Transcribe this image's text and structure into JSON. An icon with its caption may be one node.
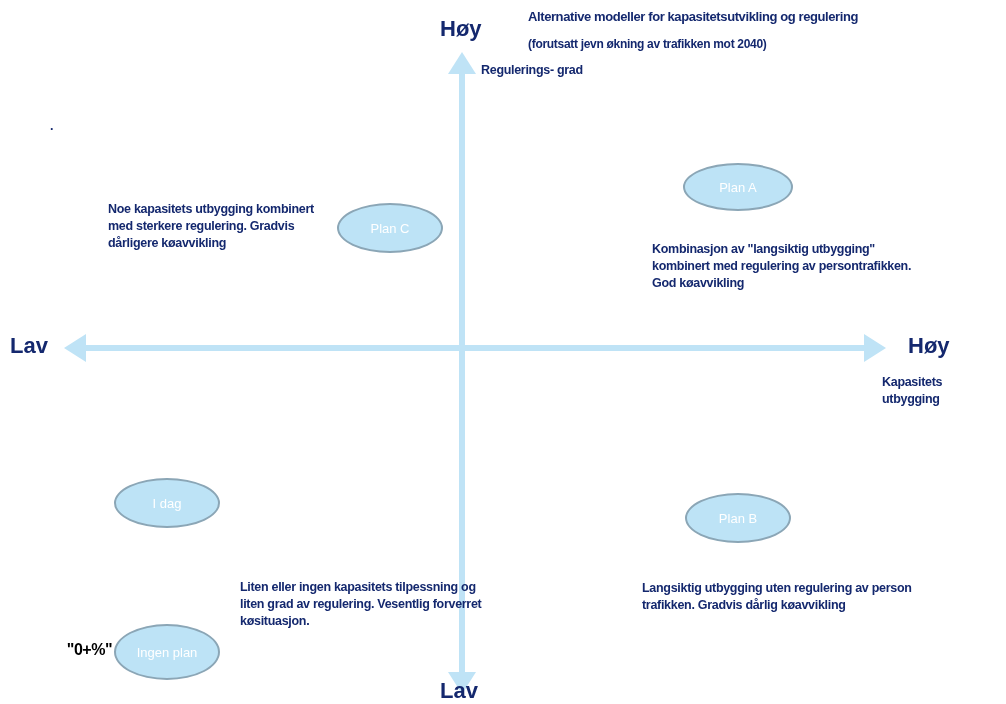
{
  "diagram": {
    "title": "Alternative modeller for kapasitetsutvikling og regulering",
    "nodes": [
      {
        "text": [
          "Plan A"
        ]
      },
      {
        "text": [
          "Plan C"
        ]
      },
      {
        "text": [
          "I dag"
        ]
      },
      {
        "text": [
          "Plan B"
        ]
      },
      {
        "text": [
          "Ingen plan"
        ],
        "beside": [
          "\"0+%\""
        ]
      }
    ],
    "labels": [
      "Høy",
      "(forutsatt jevn økning av trafikken mot 2040)",
      "Regulerings- grad",
      ".",
      "Noe kapasitets utbygging kombinert med sterkere regulering. Gradvis dårligere køavvikling",
      "Kombinasjon av \"langsiktig utbygging\" kombinert med regulering av persontrafikken. God køavvikling",
      "Lav",
      "Høy",
      "Kapasitets utbygging",
      "Liten eller ingen kapasitets tilpessning og liten grad av regulering. Vesentlig forverret køsituasjon.",
      "Langsiktig utbygging uten regulering av person trafikken. Gradvis dårlig køavvikling",
      "Lav"
    ]
  }
}
